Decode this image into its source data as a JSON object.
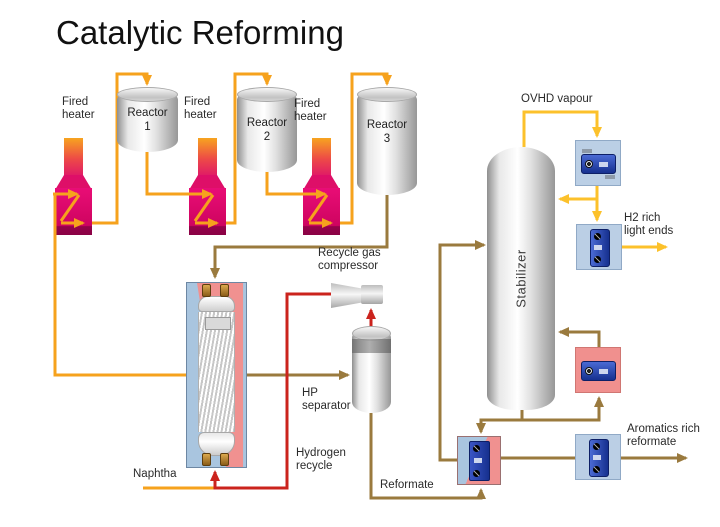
{
  "labels": {
    "title": "Catalytic Reforming"
  },
  "equipment": {
    "fired_heater": {
      "line1": "Fired",
      "line2": "heater"
    },
    "reactors": [
      {
        "line1": "Reactor",
        "line2": "1"
      },
      {
        "line1": "Reactor",
        "line2": "2"
      },
      {
        "line1": "Reactor",
        "line2": "3"
      }
    ],
    "stabilizer": "Stabilizer",
    "hp_separator": {
      "line1": "HP",
      "line2": "separator"
    },
    "compressor": {
      "line1": "Recycle gas",
      "line2": "compressor"
    }
  },
  "streams": {
    "naphtha": "Naphtha",
    "hydrogen_recycle": {
      "line1": "Hydrogen",
      "line2": "recycle"
    },
    "reformate": "Reformate",
    "ovhd_vapour": "OVHD vapour",
    "h2_rich": {
      "line1": "H2 rich",
      "line2": "light ends"
    },
    "aromatics": {
      "line1": "Aromatics rich",
      "line2": "reformate"
    }
  },
  "colors": {
    "feed_pipe": "#F6A21D",
    "overhead_pipe": "#FCC12B",
    "reformate_pipe": "#9A7A3E",
    "hydrogen_pipe": "#CB231D",
    "heater_top": "#F7A41F",
    "heater_body": "#E60D74",
    "exchanger_shell_bg": "#A9C5DF",
    "exchanger_hot_bg": "#F09190",
    "unit_blue": "#16308F"
  }
}
